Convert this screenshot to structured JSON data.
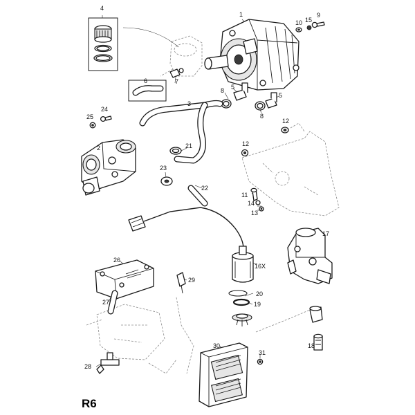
{
  "diagram": {
    "page_code": "R6",
    "callouts": {
      "c1": "1",
      "c2": "2",
      "c3": "3",
      "c4": "4",
      "c5a": "5",
      "c5b": "5",
      "c6": "6",
      "c7": "7",
      "c8a": "8",
      "c8b": "8",
      "c9": "9",
      "c10": "10",
      "c11": "11",
      "c12a": "12",
      "c12b": "12",
      "c13": "13",
      "c14": "14",
      "c15": "15",
      "c16": "16X",
      "c17": "17",
      "c18": "18",
      "c19": "19",
      "c20": "20",
      "c21": "21",
      "c22": "22",
      "c23": "23",
      "c24": "24",
      "c25": "25",
      "c26": "26",
      "c27": "27",
      "c28": "28",
      "c29": "29",
      "c30": "30",
      "c31": "31"
    }
  }
}
